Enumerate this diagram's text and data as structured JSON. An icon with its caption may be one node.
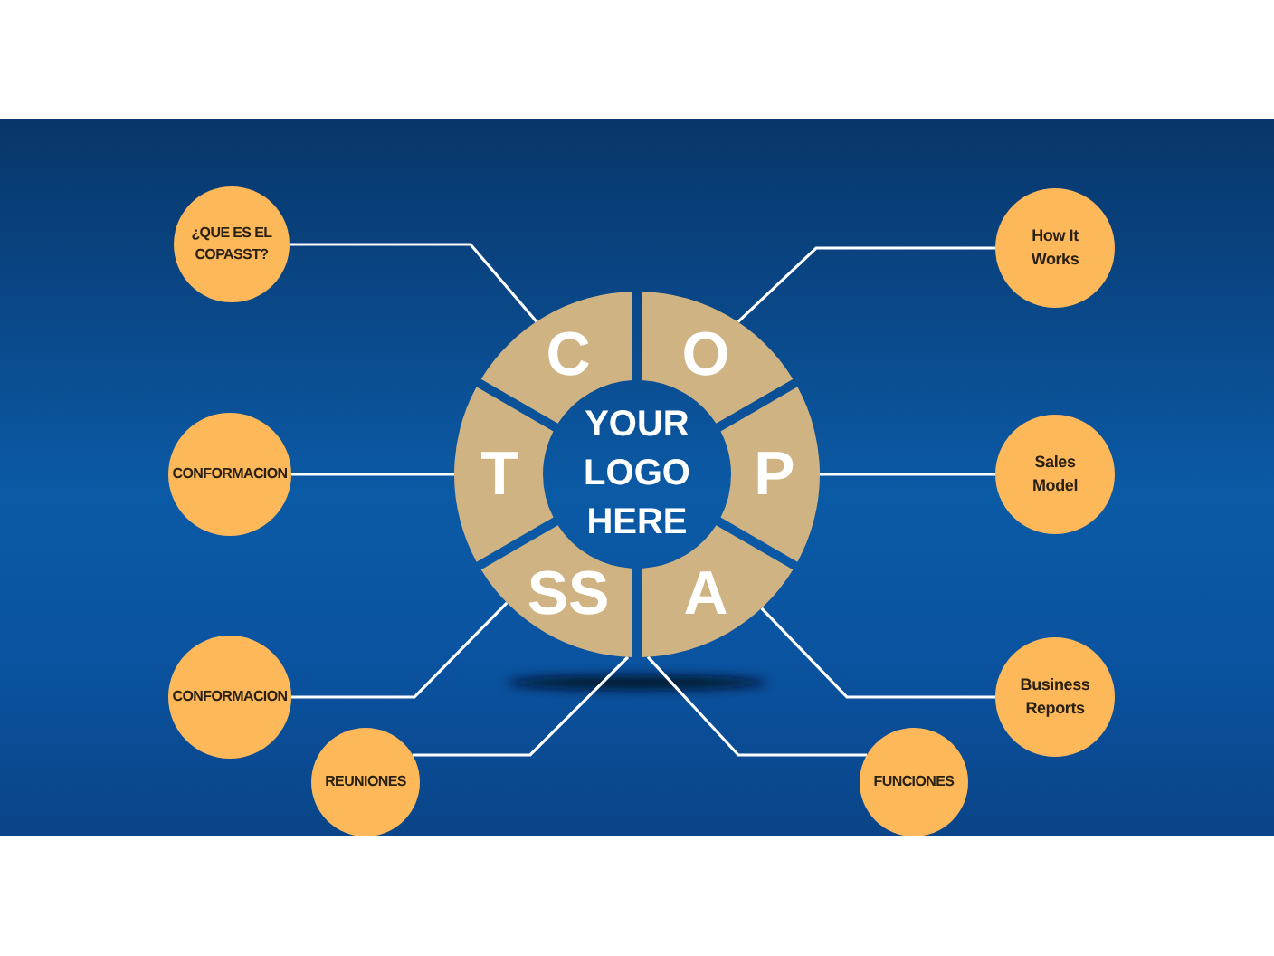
{
  "diagram": {
    "nodes": [
      {
        "text": [
          "¿QUE ES EL COPASST?"
        ]
      },
      {
        "text": [
          "How It Works"
        ]
      },
      {
        "text": [
          "C"
        ]
      },
      {
        "text": [
          "O"
        ]
      },
      {
        "text": [
          "YOUR LOGO HERE"
        ]
      },
      {
        "text": [
          "CONFORMACION"
        ]
      },
      {
        "text": [
          "T"
        ]
      },
      {
        "text": [
          "P"
        ]
      },
      {
        "text": [
          "Sales Model"
        ]
      },
      {
        "text": [
          "SS"
        ]
      },
      {
        "text": [
          "A"
        ]
      },
      {
        "text": [
          "CONFORMACION"
        ]
      },
      {
        "text": [
          "Business Reports"
        ]
      },
      {
        "text": [
          "REUNIONES"
        ]
      },
      {
        "text": [
          "FUNCIONES"
        ]
      }
    ],
    "edges": [
      {
        "from": 0,
        "to": 2,
        "arrow": "none"
      },
      {
        "from": 1,
        "to": 3,
        "arrow": "none"
      },
      {
        "from": 5,
        "to": 6,
        "arrow": "none"
      },
      {
        "from": 8,
        "to": 7,
        "arrow": "none"
      },
      {
        "from": 11,
        "to": 9,
        "arrow": "none"
      },
      {
        "from": 12,
        "to": 10,
        "arrow": "none"
      },
      {
        "from": 13,
        "to": 9,
        "arrow": "none"
      },
      {
        "from": 14,
        "to": 10,
        "arrow": "none"
      }
    ]
  }
}
